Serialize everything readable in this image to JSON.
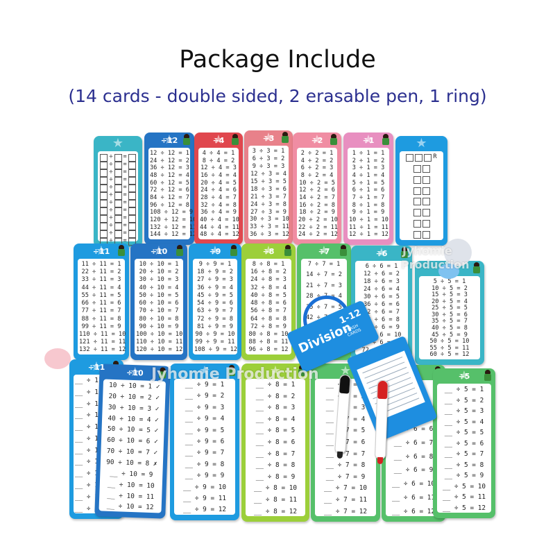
{
  "header": {
    "title": "Package Include",
    "subtitle": "(14 cards - double sided, 2 erasable pen, 1 ring)"
  },
  "colors": {
    "subtitle": "#2b2f8f",
    "blue": "#1e9be0",
    "navy": "#2574c4",
    "red": "#e0474e",
    "pink": "#e8818a",
    "rose": "#f08da3",
    "mauve": "#e88fc0",
    "lime": "#9ccf3a",
    "green": "#56c06a",
    "teal": "#3ab5c6"
  },
  "watermark": {
    "main": "Jyhomie Production",
    "side_top": "Jyhomie",
    "side_bottom": "Production"
  },
  "ring_tag": {
    "title": "Division",
    "range": "1-12",
    "sub": "FLASH CARDS"
  },
  "cards": [
    {
      "header": "",
      "rows": []
    },
    {
      "header": "÷12",
      "rows": [
        "12 ÷ 12 = 1",
        "24 ÷ 12 = 2",
        "36 ÷ 12 = 3",
        "48 ÷ 12 = 4",
        "60 ÷ 12 = 5",
        "72 ÷ 12 = 6",
        "84 ÷ 12 = 7",
        "96 ÷ 12 = 8",
        "108 ÷ 12 = 9",
        "120 ÷ 12 = 10",
        "132 ÷ 12 = 11",
        "144 ÷ 12 = 12"
      ]
    },
    {
      "header": "÷4",
      "rows": [
        "4 ÷ 4 = 1",
        "8 ÷ 4 = 2",
        "12 ÷ 4 = 3",
        "16 ÷ 4 = 4",
        "20 ÷ 4 = 5",
        "24 ÷ 4 = 6",
        "28 ÷ 4 = 7",
        "32 ÷ 4 = 8",
        "36 ÷ 4 = 9",
        "40 ÷ 4 = 10",
        "44 ÷ 4 = 11",
        "48 ÷ 4 = 12"
      ]
    },
    {
      "header": "÷3",
      "rows": [
        "3 ÷ 3 = 1",
        "6 ÷ 3 = 2",
        "9 ÷ 3 = 3",
        "12 ÷ 3 = 4",
        "15 ÷ 3 = 5",
        "18 ÷ 3 = 6",
        "21 ÷ 3 = 7",
        "24 ÷ 3 = 8",
        "27 ÷ 3 = 9",
        "30 ÷ 3 = 10",
        "33 ÷ 3 = 11",
        "36 ÷ 3 = 12"
      ]
    },
    {
      "header": "÷2",
      "rows": [
        "2 ÷ 2 = 1",
        "4 ÷ 2 = 2",
        "6 ÷ 2 = 3",
        "8 ÷ 2 = 4",
        "10 ÷ 2 = 5",
        "12 ÷ 2 = 6",
        "14 ÷ 2 = 7",
        "16 ÷ 2 = 8",
        "18 ÷ 2 = 9",
        "20 ÷ 2 = 10",
        "22 ÷ 2 = 11",
        "24 ÷ 2 = 12"
      ]
    },
    {
      "header": "÷1",
      "rows": [
        "1 ÷ 1 = 1",
        "2 ÷ 1 = 2",
        "3 ÷ 1 = 3",
        "4 ÷ 1 = 4",
        "5 ÷ 1 = 5",
        "6 ÷ 1 = 6",
        "7 ÷ 1 = 7",
        "8 ÷ 1 = 8",
        "9 ÷ 1 = 9",
        "10 ÷ 1 = 10",
        "11 ÷ 1 = 11",
        "12 ÷ 1 = 12"
      ]
    },
    {
      "header": "",
      "rows": [
        "R"
      ]
    },
    {
      "header": "÷11",
      "rows": [
        "11 ÷ 11 = 1",
        "22 ÷ 11 = 2",
        "33 ÷ 11 = 3",
        "44 ÷ 11 = 4",
        "55 ÷ 11 = 5",
        "66 ÷ 11 = 6",
        "77 ÷ 11 = 7",
        "88 ÷ 11 = 8",
        "99 ÷ 11 = 9",
        "110 ÷ 11 = 10",
        "121 ÷ 11 = 11",
        "132 ÷ 11 = 12"
      ]
    },
    {
      "header": "÷10",
      "rows": [
        "10 ÷ 10 = 1",
        "20 ÷ 10 = 2",
        "30 ÷ 10 = 3",
        "40 ÷ 10 = 4",
        "50 ÷ 10 = 5",
        "60 ÷ 10 = 6",
        "70 ÷ 10 = 7",
        "80 ÷ 10 = 8",
        "90 ÷ 10 = 9",
        "100 ÷ 10 = 10",
        "110 ÷ 10 = 11",
        "120 ÷ 10 = 12"
      ]
    },
    {
      "header": "÷9",
      "rows": [
        "9 ÷ 9 = 1",
        "18 ÷ 9 = 2",
        "27 ÷ 9 = 3",
        "36 ÷ 9 = 4",
        "45 ÷ 9 = 5",
        "54 ÷ 9 = 6",
        "63 ÷ 9 = 7",
        "72 ÷ 9 = 8",
        "81 ÷ 9 = 9",
        "90 ÷ 9 = 10",
        "99 ÷ 9 = 11",
        "108 ÷ 9 = 12"
      ]
    },
    {
      "header": "÷8",
      "rows": [
        "8 ÷ 8 = 1",
        "16 ÷ 8 = 2",
        "24 ÷ 8 = 3",
        "32 ÷ 8 = 4",
        "40 ÷ 8 = 5",
        "48 ÷ 8 = 6",
        "56 ÷ 8 = 7",
        "64 ÷ 8 = 8",
        "72 ÷ 8 = 9",
        "80 ÷ 8 = 10",
        "88 ÷ 8 = 11",
        "96 ÷ 8 = 12"
      ]
    },
    {
      "header": "÷7",
      "rows": [
        "7 ÷ 7 = 1",
        "14 ÷ 7 = 2",
        "21 ÷ 7 = 3",
        "28 ÷ 7 = 4",
        "35 ÷ 7 = 5",
        "42 ÷ 7 = 6",
        "49 ÷ 7 = 7",
        "56 ÷ 7 = 8",
        "63 ÷ 7 = 9"
      ]
    },
    {
      "header": "÷6",
      "rows": [
        "6 ÷ 6 = 1",
        "12 ÷ 6 = 2",
        "18 ÷ 6 = 3",
        "24 ÷ 6 = 4",
        "30 ÷ 6 = 5",
        "36 ÷ 6 = 6",
        "42 ÷ 6 = 7",
        "48 ÷ 6 = 8",
        "54 ÷ 6 = 9",
        "60 ÷ 6 = 10",
        "66 ÷ 6 = 11",
        "72 ÷ 6 = 12"
      ]
    },
    {
      "header": "",
      "rows": [
        "5 ÷ 5 = 1",
        "10 ÷ 5 = 2",
        "15 ÷ 5 = 3",
        "20 ÷ 5 = 4",
        "25 ÷ 5 = 5",
        "30 ÷ 5 = 6",
        "35 ÷ 5 = 7",
        "40 ÷ 5 = 8",
        "45 ÷ 5 = 9",
        "50 ÷ 5 = 10",
        "55 ÷ 5 = 11",
        "60 ÷ 5 = 12"
      ]
    },
    {
      "header": "÷11",
      "rows": [
        "__ ÷ 11 = 1",
        "__ ÷ 11 = 2",
        "__ ÷ 11 = 3",
        "__ ÷ 11 = 4",
        "__ ÷ 11 = 5",
        "__ ÷ 11 = 6",
        "__ ÷ 11 = 7",
        "__ ÷ 11 = 8",
        "__ ÷ 11 = 9",
        "__ ÷ 11 = 10",
        "__ ÷ 11 = 11",
        "__ ÷ 11 = 12"
      ]
    },
    {
      "header": "÷10",
      "rows": [
        "10 ÷ 10 = 1 ✓",
        "20 ÷ 10 = 2 ✓",
        "30 ÷ 10 = 3 ✓",
        "40 ÷ 10 = 4 ✓",
        "50 ÷ 10 = 5 ✓",
        "60 ÷ 10 = 6 ✓",
        "70 ÷ 10 = 7 ✓",
        "90 ÷ 10 = 8 ✗",
        "__ ÷ 10 = 9",
        "__ ÷ 10 = 10",
        "__ ÷ 10 = 11",
        "__ ÷ 10 = 12"
      ]
    },
    {
      "header": "",
      "rows": [
        "__ ÷ 9 = 1",
        "__ ÷ 9 = 2",
        "__ ÷ 9 = 3",
        "__ ÷ 9 = 4",
        "__ ÷ 9 = 5",
        "__ ÷ 9 = 6",
        "__ ÷ 9 = 7",
        "__ ÷ 9 = 8",
        "__ ÷ 9 = 9",
        "__ ÷ 9 = 10",
        "__ ÷ 9 = 11",
        "__ ÷ 9 = 12"
      ]
    },
    {
      "header": "",
      "rows": [
        "__ ÷ 8 = 1",
        "__ ÷ 8 = 2",
        "__ ÷ 8 = 3",
        "__ ÷ 8 = 4",
        "__ ÷ 8 = 5",
        "__ ÷ 8 = 6",
        "__ ÷ 8 = 7",
        "__ ÷ 8 = 8",
        "__ ÷ 8 = 9",
        "__ ÷ 8 = 10",
        "__ ÷ 8 = 11",
        "__ ÷ 8 = 12"
      ]
    },
    {
      "header": "",
      "rows": [
        "__ ÷ 7 = 1",
        "__ ÷ 7 = 2",
        "__ ÷ 7 = 3",
        "__ ÷ 7 = 4",
        "__ ÷ 7 = 5",
        "__ ÷ 7 = 6",
        "__ ÷ 7 = 7",
        "__ ÷ 7 = 8",
        "__ ÷ 7 = 9",
        "__ ÷ 7 = 10",
        "__ ÷ 7 = 11",
        "__ ÷ 7 = 12"
      ]
    },
    {
      "header": "",
      "rows": [
        "",
        "",
        "",
        "",
        "",
        "",
        "__ ÷ 6 = 6",
        "__ ÷ 6 = 7",
        "__ ÷ 6 = 8",
        "__ ÷ 6 = 9",
        "__ ÷ 6 = 10",
        "__ ÷ 6 = 11",
        "__ ÷ 6 = 12"
      ]
    },
    {
      "header": "÷5",
      "rows": [
        "__ ÷ 5 = 1",
        "__ ÷ 5 = 2",
        "__ ÷ 5 = 3",
        "__ ÷ 5 = 4",
        "__ ÷ 5 = 5",
        "__ ÷ 5 = 6",
        "__ ÷ 5 = 7",
        "__ ÷ 5 = 8",
        "__ ÷ 5 = 9",
        "__ ÷ 5 = 10",
        "__ ÷ 5 = 11",
        "__ ÷ 5 = 12"
      ]
    }
  ]
}
